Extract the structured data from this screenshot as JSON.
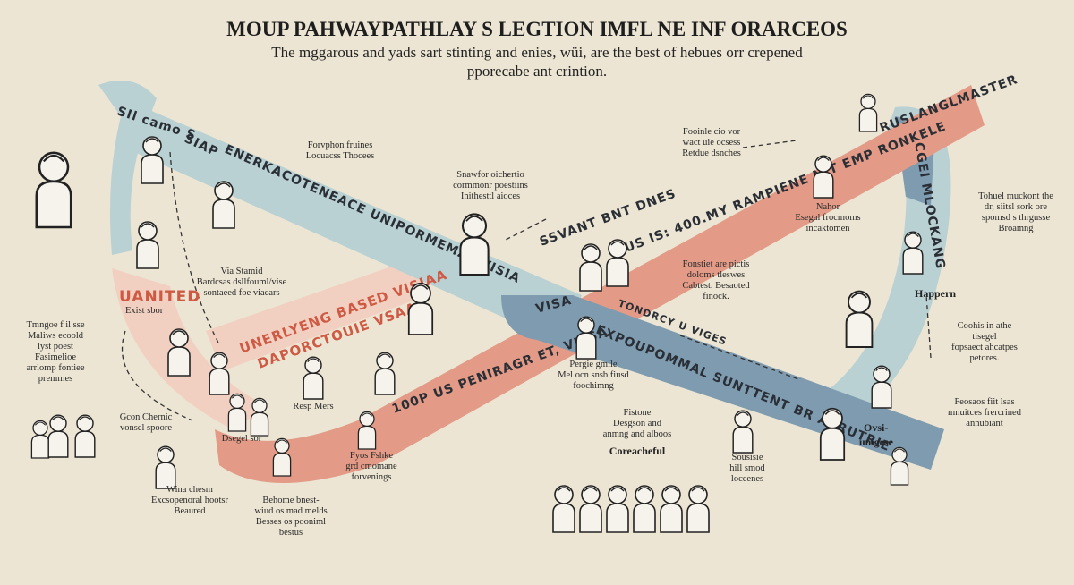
{
  "colors": {
    "background": "#ece5d3",
    "band_light_blue": "#b9d1d3",
    "band_dark_blue": "#7e9bb0",
    "band_salmon": "#e39a86",
    "band_pale_pink": "#f2d0c1",
    "accent_red": "#cf5a44"
  },
  "header": {
    "title": "MOUP PAHWAYPATHLAY S LEGTION IMFL NE INF ORARCEOS",
    "subtitle_line1": "The mggarous and yads sart stinting and enies, wüi, are the best of hebues orr crepened",
    "subtitle_line2": "pporecabe ant crintion."
  },
  "bands": {
    "top_left_label": "SIl camo S",
    "siap": "SIAP",
    "blue_band": "ENERKACOTENEACE UNIPORMEMAL VISIA",
    "salmon_upper": "US IS: 400.MY RAMPIENE NIT EMP RONKELE",
    "savant": "SSVANT BNT DNES",
    "top_right": "RUSLANGLMASTER",
    "right_arc": "CGEI MLOCKANG",
    "underlying_1": "UNERLYENG BASED VISIAA",
    "underlying_2": "DAPORCTOUIE VSAA!",
    "uanited": "UANITED",
    "uanited_sub": "Exist sbor",
    "visa": "VISA",
    "salmon_lower": "100P US PENIRAGR ET, VISSA",
    "tondrcy": "TONDRCY U VIGES",
    "dark_blue_band": "EXPOUPOMMAL SUNTTENT BR ASRUTRIE",
    "ovsi_1": "Ovsi-",
    "ovsi_2": "unigese"
  },
  "notes": [
    {
      "lines": [
        "Forvphon fruines",
        "Locuacss Thocees"
      ]
    },
    {
      "lines": [
        "Snawfor oichertio",
        "cormmonr poestiins",
        "Inithesttl aioces"
      ]
    },
    {
      "lines": [
        "Fooinle cio vor",
        "wact uie ocsess",
        "Retdue dsnches"
      ]
    },
    {
      "lines": [
        "Nahor",
        "Esegal frocmoms",
        "incaktomen"
      ]
    },
    {
      "lines": [
        "Tohuel muckont the",
        "dr, siitsl sork ore",
        "spomsd s thrgusse",
        "Broamng"
      ]
    },
    {
      "lines": [
        "Via Stamid",
        "Bardcsas dsllfouml/vise",
        "sontaeed foe viacars"
      ]
    },
    {
      "lines": [
        "Fonstiet are pictis",
        "doloms tleswes",
        "Cabtest. Besaoted",
        "finock."
      ]
    },
    {
      "lines": [
        "Coohis in athe",
        "tisegel",
        "fopsaect ahcatpes",
        "petores."
      ]
    },
    {
      "lines": [
        "Tmngoe f il sse",
        "Maliws ecoold",
        "lyst poest",
        "Fasimelioe",
        "arrlomp fontiee",
        "premmes"
      ]
    },
    {
      "lines": [
        "Pergie gmile",
        "Mel ocn snsb fiusd",
        "foochimng"
      ]
    },
    {
      "lines": [
        "Fistone",
        "Desgson and",
        "anmng and alboos"
      ]
    },
    {
      "lines": [
        "Gcon Chernic",
        "vonsel spoore"
      ]
    },
    {
      "lines": [
        "Fyos Fshke",
        "grd cmomane",
        "forvenings"
      ]
    },
    {
      "lines": [
        "Sousisie",
        "hill smod",
        "loceenes"
      ]
    },
    {
      "lines": [
        "Feosaos fiit lsas",
        "mnuitces frercrined",
        "annubiant"
      ]
    },
    {
      "lines": [
        "Wina chesm",
        "Excsopenoral hootsr",
        "Beaured"
      ]
    },
    {
      "lines": [
        "Behome bnest-",
        "wiud os mad melds",
        "Besses os pooniml",
        "bestus"
      ]
    }
  ],
  "labels": {
    "happern": "Happern",
    "resp_mers": "Resp Mers",
    "dsegel": "Dsegel sor",
    "coreacheful": "Coreacheful"
  }
}
